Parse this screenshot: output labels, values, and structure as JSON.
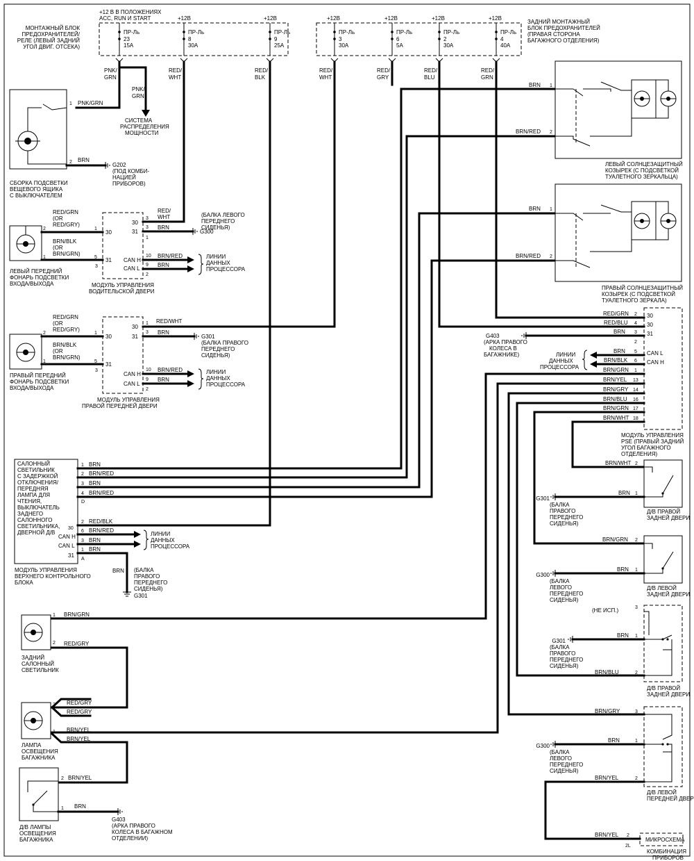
{
  "fuse_left": {
    "title": [
      "МОНТАЖНЫЙ БЛОК",
      "ПРЕДОХРАНИТЕЛЕЙ/",
      "РЕЛЕ (ЛЕВЫЙ ЗАДНИЙ",
      "УГОЛ ДВИГ. ОТСЕКА)"
    ],
    "supply": [
      "+12 В В ПОЛОЖЕНИЯХ",
      "ACC, RUN И START"
    ],
    "fuses": [
      {
        "v": "+12В",
        "name": "ПР-Ль",
        "num": "23",
        "amp": "15A",
        "wire": [
          "PNK/",
          "GRN"
        ]
      },
      {
        "v": "+12В",
        "name": "ПР-Ль",
        "num": "8",
        "amp": "30A",
        "wire": [
          "RED/",
          "WHT"
        ]
      },
      {
        "v": "+12В",
        "name": "ПР-Ль",
        "num": "9",
        "amp": "25A",
        "wire": [
          "RED/",
          "BLK"
        ]
      }
    ]
  },
  "fuse_right": {
    "title": [
      "ЗАДНИЙ МОНТАЖНЫЙ",
      "БЛОК ПРЕДОХРАНИТЕЛЕЙ",
      "(ПРАВАЯ СТОРОНА",
      "БАГАЖНОГО ОТДЕЛЕНИЯ)"
    ],
    "fuses": [
      {
        "v": "+12В",
        "name": "ПР-Ль",
        "num": "3",
        "amp": "30A",
        "wire": [
          "RED/",
          "WHT"
        ]
      },
      {
        "v": "+12В",
        "name": "ПР-Ль",
        "num": "6",
        "amp": "5A",
        "wire": [
          "RED/",
          "GRY"
        ]
      },
      {
        "v": "+12В",
        "name": "ПР-Ль",
        "num": "2",
        "amp": "30A",
        "wire": [
          "RED/",
          "BLU"
        ]
      },
      {
        "v": "+12В",
        "name": "ПР-Ль",
        "num": "4",
        "amp": "40A",
        "wire": [
          "RED/",
          "GRN"
        ]
      }
    ]
  },
  "glovebox": {
    "title": [
      "СБОРКА ПОДСВЕТКИ",
      "ВЕЩЕВОГО ЯЩИКА",
      "С ВЫКЛЮЧАТЕЛЕМ"
    ],
    "pin1": "1",
    "w1": "PNK/GRN",
    "pin2": "2",
    "w2": "BRN",
    "ground": "G202",
    "ground_note": [
      "(ПОД КОМБИ-",
      "НАЦИЕЙ",
      "ПРИБОРОВ)"
    ],
    "pnk_wire": [
      "PNK/",
      "GRN"
    ],
    "power_dist": [
      "СИСТЕМА",
      "РАСПРЕДЕЛЕНИЯ",
      "МОЩНОСТИ"
    ]
  },
  "left_door_lamp": {
    "title": [
      "ЛЕВЫЙ ПЕРЕДНИЙ",
      "ФОНАРЬ ПОДСВЕТКИ",
      "ВХОДА/ВЫХОДА"
    ],
    "w_top": [
      "RED/GRN",
      "(OR",
      "RED/GRY)"
    ],
    "w_bot": [
      "BRN/BLK",
      "(OR",
      "BRN/GRN)"
    ],
    "p2": "2",
    "p5": "5",
    "p3": "3"
  },
  "driver_module": {
    "title": [
      "МОДУЛЬ УПРАВЛЕНИЯ",
      "ВОДИТЕЛЬСКОЙ ДВЕРИ"
    ],
    "pin30": "30",
    "pin31": "31",
    "p1": "1",
    "pin31b": "31",
    "rp30": "30",
    "rp31": "31",
    "canh": "CAN H",
    "canl": "CAN L",
    "rn3": "3",
    "rn3b": "3",
    "rn1": "1",
    "rn10": "10",
    "rn9": "9",
    "rn2": "2",
    "w_power": [
      "RED/",
      "WHT"
    ],
    "w_gnd": "BRN",
    "ground": "G300",
    "ground_note": [
      "(БАЛКА ЛЕВОГО",
      "ПЕРЕДНЕГО",
      "СИДЕНЬЯ)"
    ],
    "w_canh": "BRN/RED",
    "w_canl": "BRN",
    "data": [
      "ЛИНИИ",
      "ДАННЫХ",
      "ПРОЦЕССОРА"
    ]
  },
  "right_door_lamp": {
    "title": [
      "ПРАВЫЙ ПЕРЕДНИЙ",
      "ФОНАРЬ ПОДСВЕТКИ",
      "ВХОДА/ВЫХОДА"
    ],
    "w_top": [
      "RED/GRN",
      "(OR",
      "RED/GRY)"
    ],
    "w_bot": [
      "BRN/BLK",
      "(OR",
      "BRN/GRN)"
    ],
    "p2": "2",
    "p5": "5",
    "p3": "3"
  },
  "passenger_module": {
    "title": [
      "МОДУЛЬ УПРАВЛЕНИЯ",
      "ПРАВОЙ ПЕРЕДНЕЙ ДВЕРИ"
    ],
    "pin30": "30",
    "pin31": "31",
    "p1": "1",
    "pin31b": "31",
    "rp30": "30",
    "rp31": "31",
    "canh": "CAN H",
    "canl": "CAN L",
    "rn1": "1",
    "rn3": "3",
    "rn10": "10",
    "rn9": "9",
    "rn2": "2",
    "w_power": "RED/WHT",
    "w_gnd": "BRN",
    "ground": "G301",
    "ground_note": [
      "(БАЛКА ПРАВОГО",
      "ПЕРЕДНЕГО",
      "СИДЕНЬЯ)"
    ],
    "w_canh": "BRN/RED",
    "w_canl": "BRN",
    "data": [
      "ЛИНИИ",
      "ДАННЫХ",
      "ПРОЦЕССОРА"
    ]
  },
  "overhead": {
    "box_text": [
      "САЛОННЫЙ",
      "СВЕТИЛЬНИК",
      "С ЗАДЕРЖКОЙ",
      "ОТКЛЮЧЕНИЯ/",
      "ПЕРЕДНЯЯ",
      "ЛАМПА ДЛЯ",
      "ЧТЕНИЯ,",
      "ВЫКЛЮЧАТЕЛЬ",
      "ЗАДНЕГО",
      "САЛОННОГО",
      "СВЕТИЛЬНИКА,",
      "ДВЕРНОЙ Д/В"
    ],
    "title": [
      "МОДУЛЬ УПРАВЛЕНИЯ",
      "ВЕРХНЕГО КОНТРОЛЬНОГО",
      "БЛОКА"
    ],
    "pins": [
      "1",
      "2",
      "3",
      "4"
    ],
    "wires": [
      "BRN",
      "BRN/RED",
      "BRN",
      "BRN/RED"
    ],
    "conn_d": "D",
    "p30": "30",
    "p30n": "2",
    "w30": "RED/BLK",
    "canh": "CAN H",
    "canl": "CAN L",
    "pin31": "31",
    "n6": "6",
    "n3": "3",
    "n1": "1",
    "w6": "BRN/RED",
    "w3": "BRN",
    "w1": "BRN",
    "conn_a": "A",
    "data": [
      "ЛИНИИ",
      "ДАННЫХ",
      "ПРОЦЕССОРА"
    ],
    "gnd_wire": "BRN",
    "ground": "G301",
    "ground_note": [
      "(БАЛКА",
      "ПРАВОГО",
      "ПЕРЕДНЕГО",
      "СИДЕНЬЯ)"
    ]
  },
  "visor_left": {
    "title": [
      "ЛЕВЫЙ СОЛНЦЕЗАЩИТНЫЙ",
      "КОЗЫРЕК (С ПОДСВЕТКОЙ",
      "ТУАЛЕТНОГО ЗЕРКАЛЬЦА)"
    ],
    "w1": "BRN",
    "p1": "1",
    "w2": "BRN/RED",
    "p2": "2"
  },
  "visor_right": {
    "title": [
      "ПРАВЫЙ СОЛНЦЕЗАЩИТНЫЙ",
      "КОЗЫРЕК (С ПОДСВЕТКОЙ",
      "ТУАЛЕТНОГО ЗЕРКАЛА)"
    ],
    "w1": "BRN",
    "p1": "1",
    "w2": "BRN/RED",
    "p2": "2"
  },
  "pse": {
    "title": [
      "МОДУЛЬ УПРАВЛЕНИЯ",
      "PSE (ПРАВЫЙ ЗАДНИЙ",
      "УГОЛ БАГАЖНОГО",
      "ОТДЕЛЕНИЯ)"
    ],
    "rows": [
      {
        "wire": "RED/GRN",
        "n": "2",
        "p": "30"
      },
      {
        "wire": "RED/BLU",
        "n": "4",
        "p": "30"
      },
      {
        "wire": "BRN",
        "n": "3",
        "p": "31"
      },
      {
        "wire": "",
        "n": "2",
        "p": ""
      },
      {
        "wire": "BRN",
        "n": "5",
        "p": "CAN L"
      },
      {
        "wire": "BRN/BLK",
        "n": "6",
        "p": "CAN H"
      },
      {
        "wire": "BRN/GRN",
        "n": "1",
        "p": ""
      },
      {
        "wire": "BRN/YEL",
        "n": "13",
        "p": ""
      },
      {
        "wire": "BRN/GRY",
        "n": "14",
        "p": ""
      },
      {
        "wire": "BRN/BLU",
        "n": "16",
        "p": ""
      },
      {
        "wire": "BRN/GRN",
        "n": "17",
        "p": ""
      },
      {
        "wire": "BRN/WHT",
        "n": "18",
        "p": ""
      }
    ],
    "ground": "G403",
    "ground_note": [
      "(АРКА ПРАВОГО",
      "КОЛЕСА В",
      "БАГАЖНИКЕ)"
    ],
    "data": [
      "ЛИНИИ",
      "ДАННЫХ",
      "ПРОЦЕССОРА"
    ]
  },
  "sw_rr": {
    "title": [
      "Д/В ПРАВОЙ",
      "ЗАДНЕЙ ДВЕРИ"
    ],
    "w2": "BRN/WHT",
    "p2": "2",
    "w1": "BRN",
    "p1": "1",
    "ground": "G301",
    "ground_note": [
      "(БАЛКА",
      "ПРАВОГО",
      "ПЕРЕДНЕГО",
      "СИДЕНЬЯ)"
    ]
  },
  "sw_lr": {
    "title": [
      "Д/В ЛЕВОЙ",
      "ЗАДНЕЙ ДВЕРИ"
    ],
    "w2": "BRN/GRN",
    "p2": "2",
    "w1": "BRN",
    "p1": "1",
    "ground": "G300",
    "ground_note": [
      "(БАЛКА",
      "ЛЕВОГО",
      "ПЕРЕДНЕГО",
      "СИДЕНЬЯ)"
    ]
  },
  "sw_rr2": {
    "title": [
      "Д/В ПРАВОЙ",
      "ЗАДНЕЙ ДВЕРИ"
    ],
    "nc": "(НЕ ИСП.)",
    "p3": "3",
    "w1": "BRN",
    "p1": "1",
    "w2": "BRN/BLU",
    "p2": "2",
    "ground": "G301",
    "ground_note": [
      "(БАЛКА",
      "ПРАВОГО",
      "ПЕРЕДНЕГО",
      "СИДЕНЬЯ)"
    ]
  },
  "sw_lf": {
    "title": [
      "Д/В ЛЕВОЙ",
      "ПЕРЕДНЕЙ ДВЕРИ"
    ],
    "w3": "BRN/GRY",
    "p3": "3",
    "w1": "BRN",
    "p1": "1",
    "w2": "BRN/YEL",
    "p2": "2",
    "ground": "G300",
    "ground_note": [
      "(БАЛКА",
      "ЛЕВОГО",
      "ПЕРЕДНЕГО",
      "СИДЕНЬЯ)"
    ]
  },
  "cluster": {
    "title": [
      "КОМБИНАЦИЯ",
      "ПРИБОРОВ"
    ],
    "chip": "МИКРОСХЕМА",
    "w": "BRN/YEL",
    "p": "2",
    "conn": "2L"
  },
  "rear_dome": {
    "title": [
      "ЗАДНИЙ",
      "САЛОННЫЙ",
      "СВЕТИЛЬНИК"
    ],
    "p1": "1",
    "w1": "BRN/GRN",
    "p2": "2",
    "w2": "RED/GRY"
  },
  "trunk_lamp": {
    "title": [
      "ЛАМПА",
      "ОСВЕЩЕНИЯ",
      "БАГАЖНИКА"
    ],
    "p2": "2",
    "w2a": "RED/GRY",
    "w2b": "RED/GRY",
    "p1": "1",
    "w1a": "BRN/YEL",
    "w1b": "BRN/YEL"
  },
  "trunk_sw": {
    "title": [
      "Д/В ЛАМПЫ",
      "ОСВЕЩЕНИЯ",
      "БАГАЖНИКА"
    ],
    "p2": "2",
    "w2": "BRN/YEL",
    "p1": "1",
    "w1": "BRN",
    "ground": "G403",
    "ground_note": [
      "(АРКА ПРАВОГО",
      "КОЛЕСА В БАГАЖНОМ",
      "ОТДЕЛЕНИИ)"
    ]
  }
}
